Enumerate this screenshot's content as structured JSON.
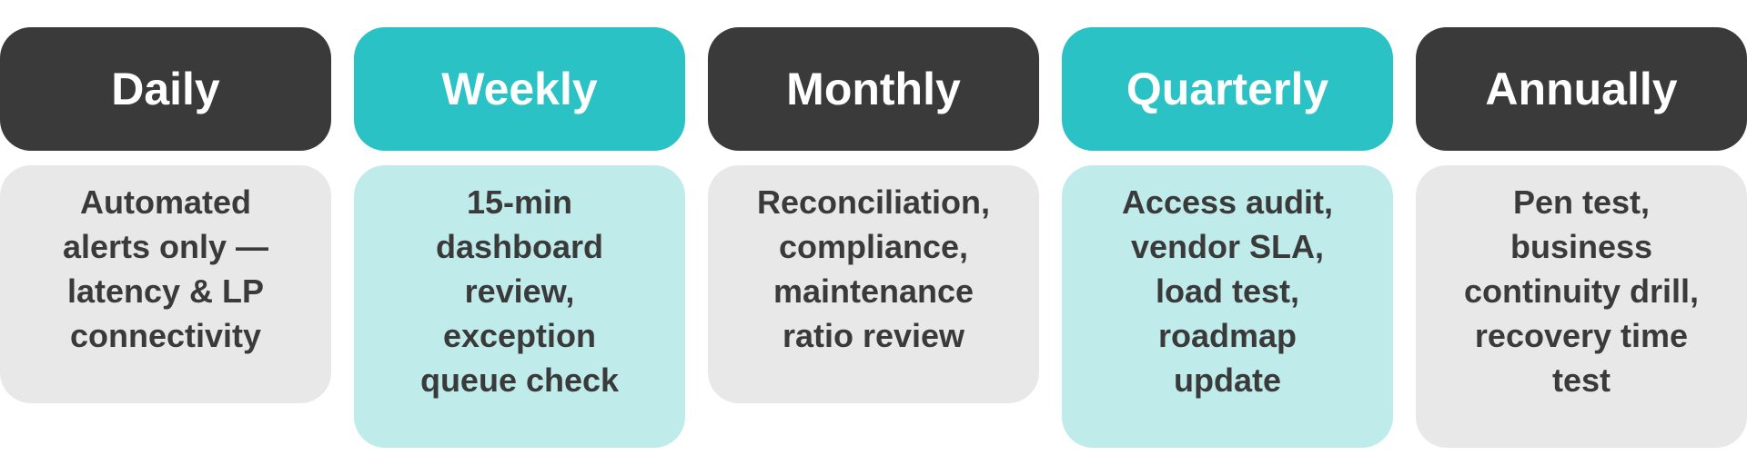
{
  "colors": {
    "dark_header": "#3a3a3a",
    "teal_header": "#2ac2c4",
    "dark_body": "#e8e8e8",
    "teal_body": "#c0ebeb",
    "body_text": "#3a3a3a",
    "header_text": "#ffffff"
  },
  "columns": [
    {
      "title": "Daily",
      "lines": [
        "Automated",
        "alerts only —",
        "latency & LP",
        "connectivity"
      ]
    },
    {
      "title": "Weekly",
      "lines": [
        "15-min",
        "dashboard",
        "review,",
        "exception",
        "queue check"
      ]
    },
    {
      "title": "Monthly",
      "lines": [
        "Reconciliation,",
        "compliance,",
        "maintenance",
        "ratio review"
      ]
    },
    {
      "title": "Quarterly",
      "lines": [
        "Access audit,",
        "vendor SLA,",
        "load test,",
        "roadmap",
        "update"
      ]
    },
    {
      "title": "Annually",
      "lines": [
        "Pen test,",
        "business",
        "continuity drill,",
        "recovery time",
        "test"
      ]
    }
  ]
}
